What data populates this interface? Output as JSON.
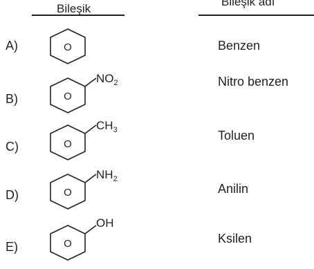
{
  "header": {
    "compound": "Bileşik",
    "compound_name": "Bileşik adı"
  },
  "ring_label": "O",
  "colors": {
    "ink": "#231f20",
    "background": "#ffffff"
  },
  "options": [
    {
      "letter": "A)",
      "substituent": null,
      "name": "Benzen"
    },
    {
      "letter": "B)",
      "substituent": {
        "base": "NO",
        "sub": "2"
      },
      "name": "Nitro benzen"
    },
    {
      "letter": "C)",
      "substituent": {
        "base": "CH",
        "sub": "3"
      },
      "name": "Toluen"
    },
    {
      "letter": "D)",
      "substituent": {
        "base": "NH",
        "sub": "2"
      },
      "name": "Anilin"
    },
    {
      "letter": "E)",
      "substituent": {
        "base": "OH",
        "sub": ""
      },
      "name": "Ksilen"
    }
  ]
}
